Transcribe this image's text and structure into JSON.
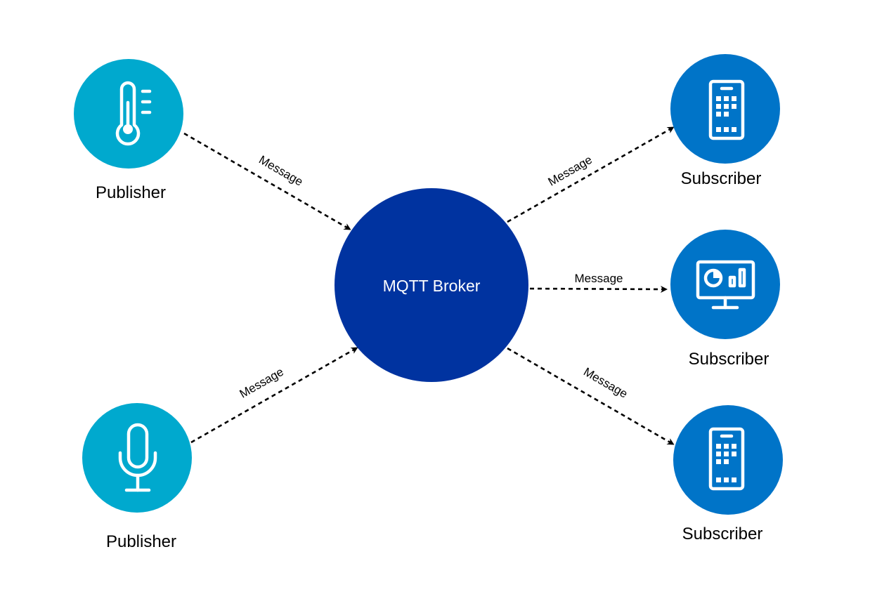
{
  "broker": {
    "label": "MQTT Broker",
    "color": "#0033a0"
  },
  "publishers": [
    {
      "label": "Publisher",
      "icon": "thermometer-icon",
      "color": "#00a9ce"
    },
    {
      "label": "Publisher",
      "icon": "microphone-icon",
      "color": "#00a9ce"
    }
  ],
  "subscribers": [
    {
      "label": "Subscriber",
      "icon": "mobile-phone-icon",
      "color": "#0074c8"
    },
    {
      "label": "Subscriber",
      "icon": "monitor-dashboard-icon",
      "color": "#0074c8"
    },
    {
      "label": "Subscriber",
      "icon": "mobile-phone-icon",
      "color": "#0074c8"
    }
  ],
  "edges": [
    {
      "from": "publisher-1",
      "to": "broker",
      "label": "Message"
    },
    {
      "from": "publisher-2",
      "to": "broker",
      "label": "Message"
    },
    {
      "from": "broker",
      "to": "subscriber-1",
      "label": "Message"
    },
    {
      "from": "broker",
      "to": "subscriber-2",
      "label": "Message"
    },
    {
      "from": "broker",
      "to": "subscriber-3",
      "label": "Message"
    }
  ]
}
